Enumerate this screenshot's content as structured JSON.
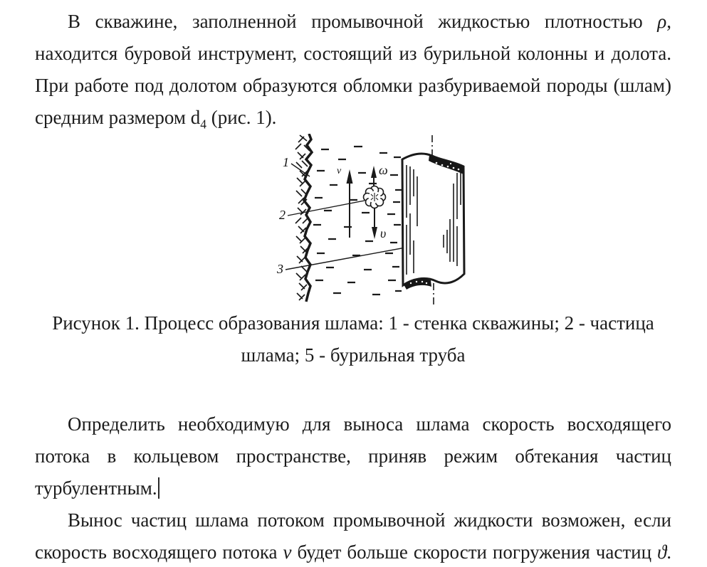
{
  "colors": {
    "background": "#ffffff",
    "text": "#1c1c1c",
    "ink": "#1a1a1a"
  },
  "doc": {
    "p1": {
      "l1_pre": "В скважине, заполненной промывочной жидкостью плотностью ",
      "l1_sym": "ρ",
      "l1_post": ",",
      "l2": "находится буровой инструмент, состоящий из бурильной колонны и долота.",
      "l3": "При работе под долотом образуются обломки разбуриваемой породы (шлам)",
      "l4_pre": "средним размером d",
      "l4_sub": "4",
      "l4_post": " (рис. 1)."
    },
    "caption": {
      "l1": "Рисунок 1. Процесс образования шлама: 1 - стенка скважины; 2 - частица",
      "l2": "шлама; 5 - бурильная труба"
    },
    "p2": {
      "l1": "Определить необходимую для выноса шлама скорость восходящего",
      "l2": "потока в кольцевом пространстве, приняв режим обтекания частиц",
      "l3": "турбулентным."
    },
    "p3": {
      "l1": "Вынос частиц шлама потоком промывочной жидкости возможен, если",
      "l2_pre": "скорость восходящего потока ",
      "l2_sym1": "v",
      "l2_mid": " будет больше скорости погружения частиц ",
      "l2_sym2": "ϑ",
      "l2_post": "."
    }
  },
  "figure": {
    "labels": {
      "wall": "1",
      "particle": "2",
      "pipe": "3",
      "flow": "v",
      "omega": "ω",
      "upsilon": "υ"
    }
  }
}
